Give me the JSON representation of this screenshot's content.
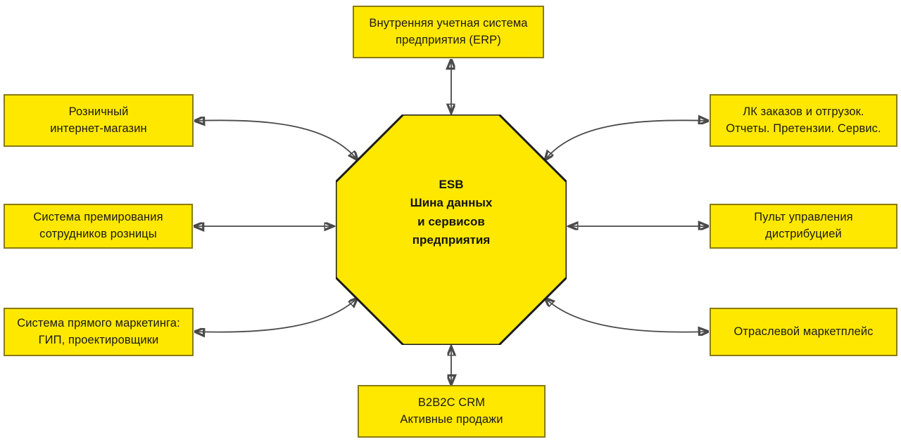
{
  "diagram": {
    "title": "ESB integration landscape",
    "colors": {
      "node_fill": "#ffe800",
      "node_border": "#8a7b10",
      "edge": "#4a4a4a",
      "text": "#1b1b1b",
      "background": "#ffffff"
    },
    "hub": {
      "shape": "octagon",
      "label": "ESB\nШина данных\nи сервисов\nпредприятия"
    },
    "nodes": [
      {
        "id": "erp",
        "label": "Внутренняя учетная система\nпредприятия (ERP)",
        "position": "top"
      },
      {
        "id": "retail-shop",
        "label": "Розничный\nинтернет-магазин",
        "position": "left-top"
      },
      {
        "id": "bonus-system",
        "label": "Система премирования\nсотрудников розницы",
        "position": "left-middle"
      },
      {
        "id": "direct-marketing",
        "label": "Система прямого маркетинга:\nГИП, проектировщики",
        "position": "left-bottom"
      },
      {
        "id": "orders-cabinet",
        "label": "ЛК заказов и отгрузок.\nОтчеты. Претензии. Сервис.",
        "position": "right-top"
      },
      {
        "id": "distribution-console",
        "label": "Пульт управления\nдистрибуцией",
        "position": "right-middle"
      },
      {
        "id": "marketplace",
        "label": "Отраслевой маркетплейс",
        "position": "right-bottom"
      },
      {
        "id": "crm",
        "label": "B2B2C CRM\nАктивные продажи",
        "position": "bottom"
      }
    ],
    "edges": [
      {
        "from": "erp",
        "to": "hub",
        "style": "straight",
        "arrows": "both"
      },
      {
        "from": "retail-shop",
        "to": "hub",
        "style": "curved",
        "arrows": "both"
      },
      {
        "from": "bonus-system",
        "to": "hub",
        "style": "straight",
        "arrows": "both"
      },
      {
        "from": "direct-marketing",
        "to": "hub",
        "style": "curved",
        "arrows": "both"
      },
      {
        "from": "orders-cabinet",
        "to": "hub",
        "style": "curved",
        "arrows": "both"
      },
      {
        "from": "distribution-console",
        "to": "hub",
        "style": "straight",
        "arrows": "both"
      },
      {
        "from": "marketplace",
        "to": "hub",
        "style": "curved",
        "arrows": "both"
      },
      {
        "from": "crm",
        "to": "hub",
        "style": "straight",
        "arrows": "both"
      }
    ]
  }
}
